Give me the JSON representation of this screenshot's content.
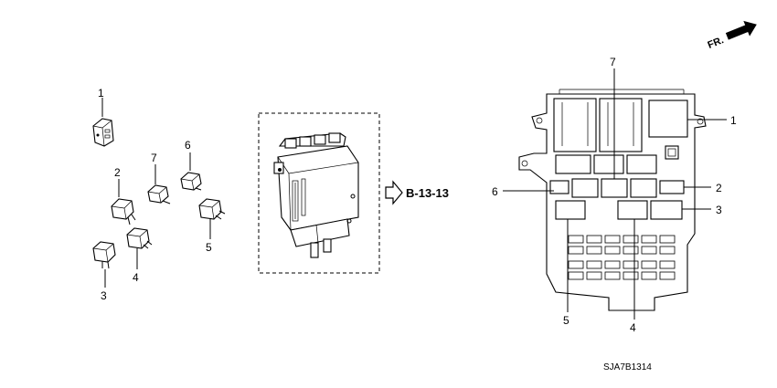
{
  "direction_marker": {
    "text": "FR.",
    "icon": "front-arrow-icon"
  },
  "reference": {
    "text": "B-13-13",
    "icon": "hollow-arrow-icon"
  },
  "diagram_code": "SJA7B1314",
  "left_callouts": {
    "c1": "1",
    "c2": "2",
    "c3": "3",
    "c4": "4",
    "c5": "5",
    "c6": "6",
    "c7": "7"
  },
  "right_callouts": {
    "c1": "1",
    "c2": "2",
    "c3": "3",
    "c4": "4",
    "c5": "5",
    "c6": "6",
    "c7": "7"
  }
}
